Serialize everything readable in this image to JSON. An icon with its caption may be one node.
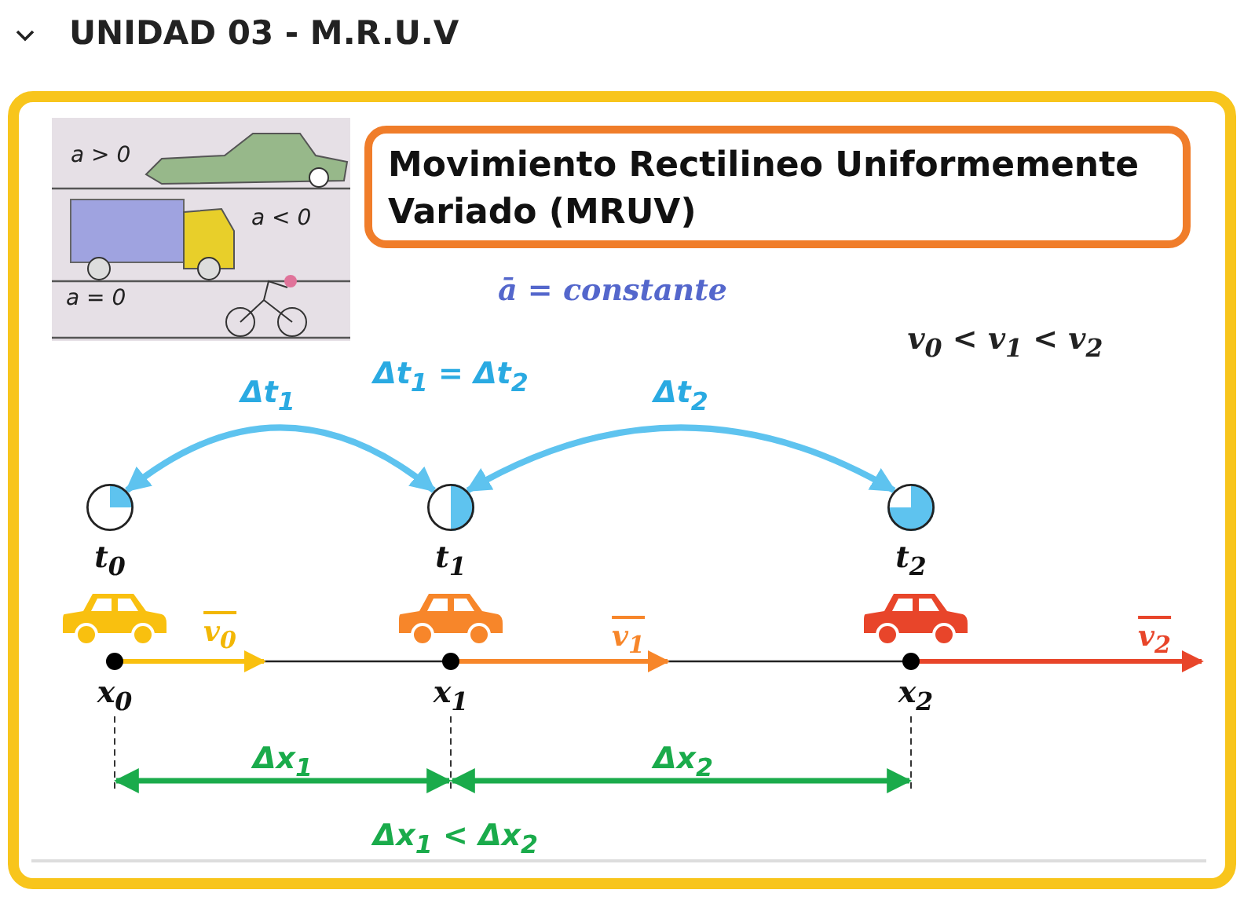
{
  "diagram": {
    "title": "UNIDAD 03 - M.R.U.V",
    "nodes": [
      {
        "text": [
          "Movimiento Rectilineo Uniformemente Variado (MRUV)"
        ]
      },
      {
        "text": [],
        "shape": "circle",
        "beside": [
          "t$_{0}$"
        ]
      },
      {
        "text": [],
        "shape": "circle",
        "beside": [
          "t$_{1}$"
        ]
      },
      {
        "text": [],
        "shape": "circle",
        "beside": [
          "t$_{2}$"
        ]
      }
    ],
    "edges": [
      {
        "from": 1,
        "to": 2,
        "arrow": "both",
        "label": "Δt$_{1}$"
      },
      {
        "from": 2,
        "to": 3,
        "arrow": "both",
        "label": "Δt$_{2}$"
      }
    ],
    "labels": [
      "a > 0",
      "a < 0",
      "a = 0",
      "ā = constante",
      "v$_{0}$ < v$_{1}$ < v$_{2}$",
      "Δt$_{1}$ = Δt$_{2}$",
      "v$_{0}$",
      "v$_{1}$",
      "v$_{2}$",
      "x$_{0}$",
      "x$_{1}$",
      "x$_{2}$",
      "Δx$_{1}$",
      "Δx$_{2}$",
      "Δx$_{1}$ < Δx$_{2}$"
    ]
  }
}
